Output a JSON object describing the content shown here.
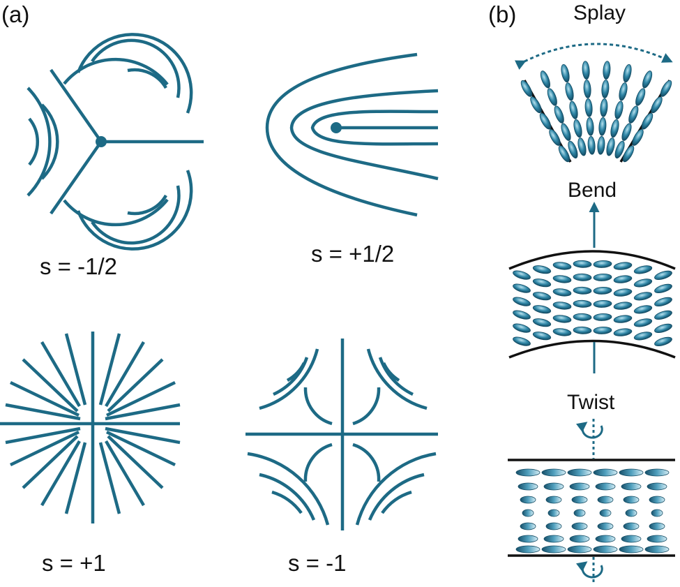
{
  "panels": {
    "a": {
      "tag": "(a)"
    },
    "b": {
      "tag": "(b)"
    }
  },
  "defects": {
    "minus_half": {
      "label": "s = -1/2"
    },
    "plus_half": {
      "label": "s = +1/2"
    },
    "plus_one": {
      "label": "s = +1"
    },
    "minus_one": {
      "label": "s = -1"
    }
  },
  "modes": {
    "splay": {
      "label": "Splay"
    },
    "bend": {
      "label": "Bend"
    },
    "twist": {
      "label": "Twist"
    }
  },
  "colors": {
    "line": "#1d6a85",
    "dark": "#111111",
    "mol_light": "#9ed0e2",
    "mol_mid": "#2f86a6",
    "mol_dark": "#17506a"
  }
}
